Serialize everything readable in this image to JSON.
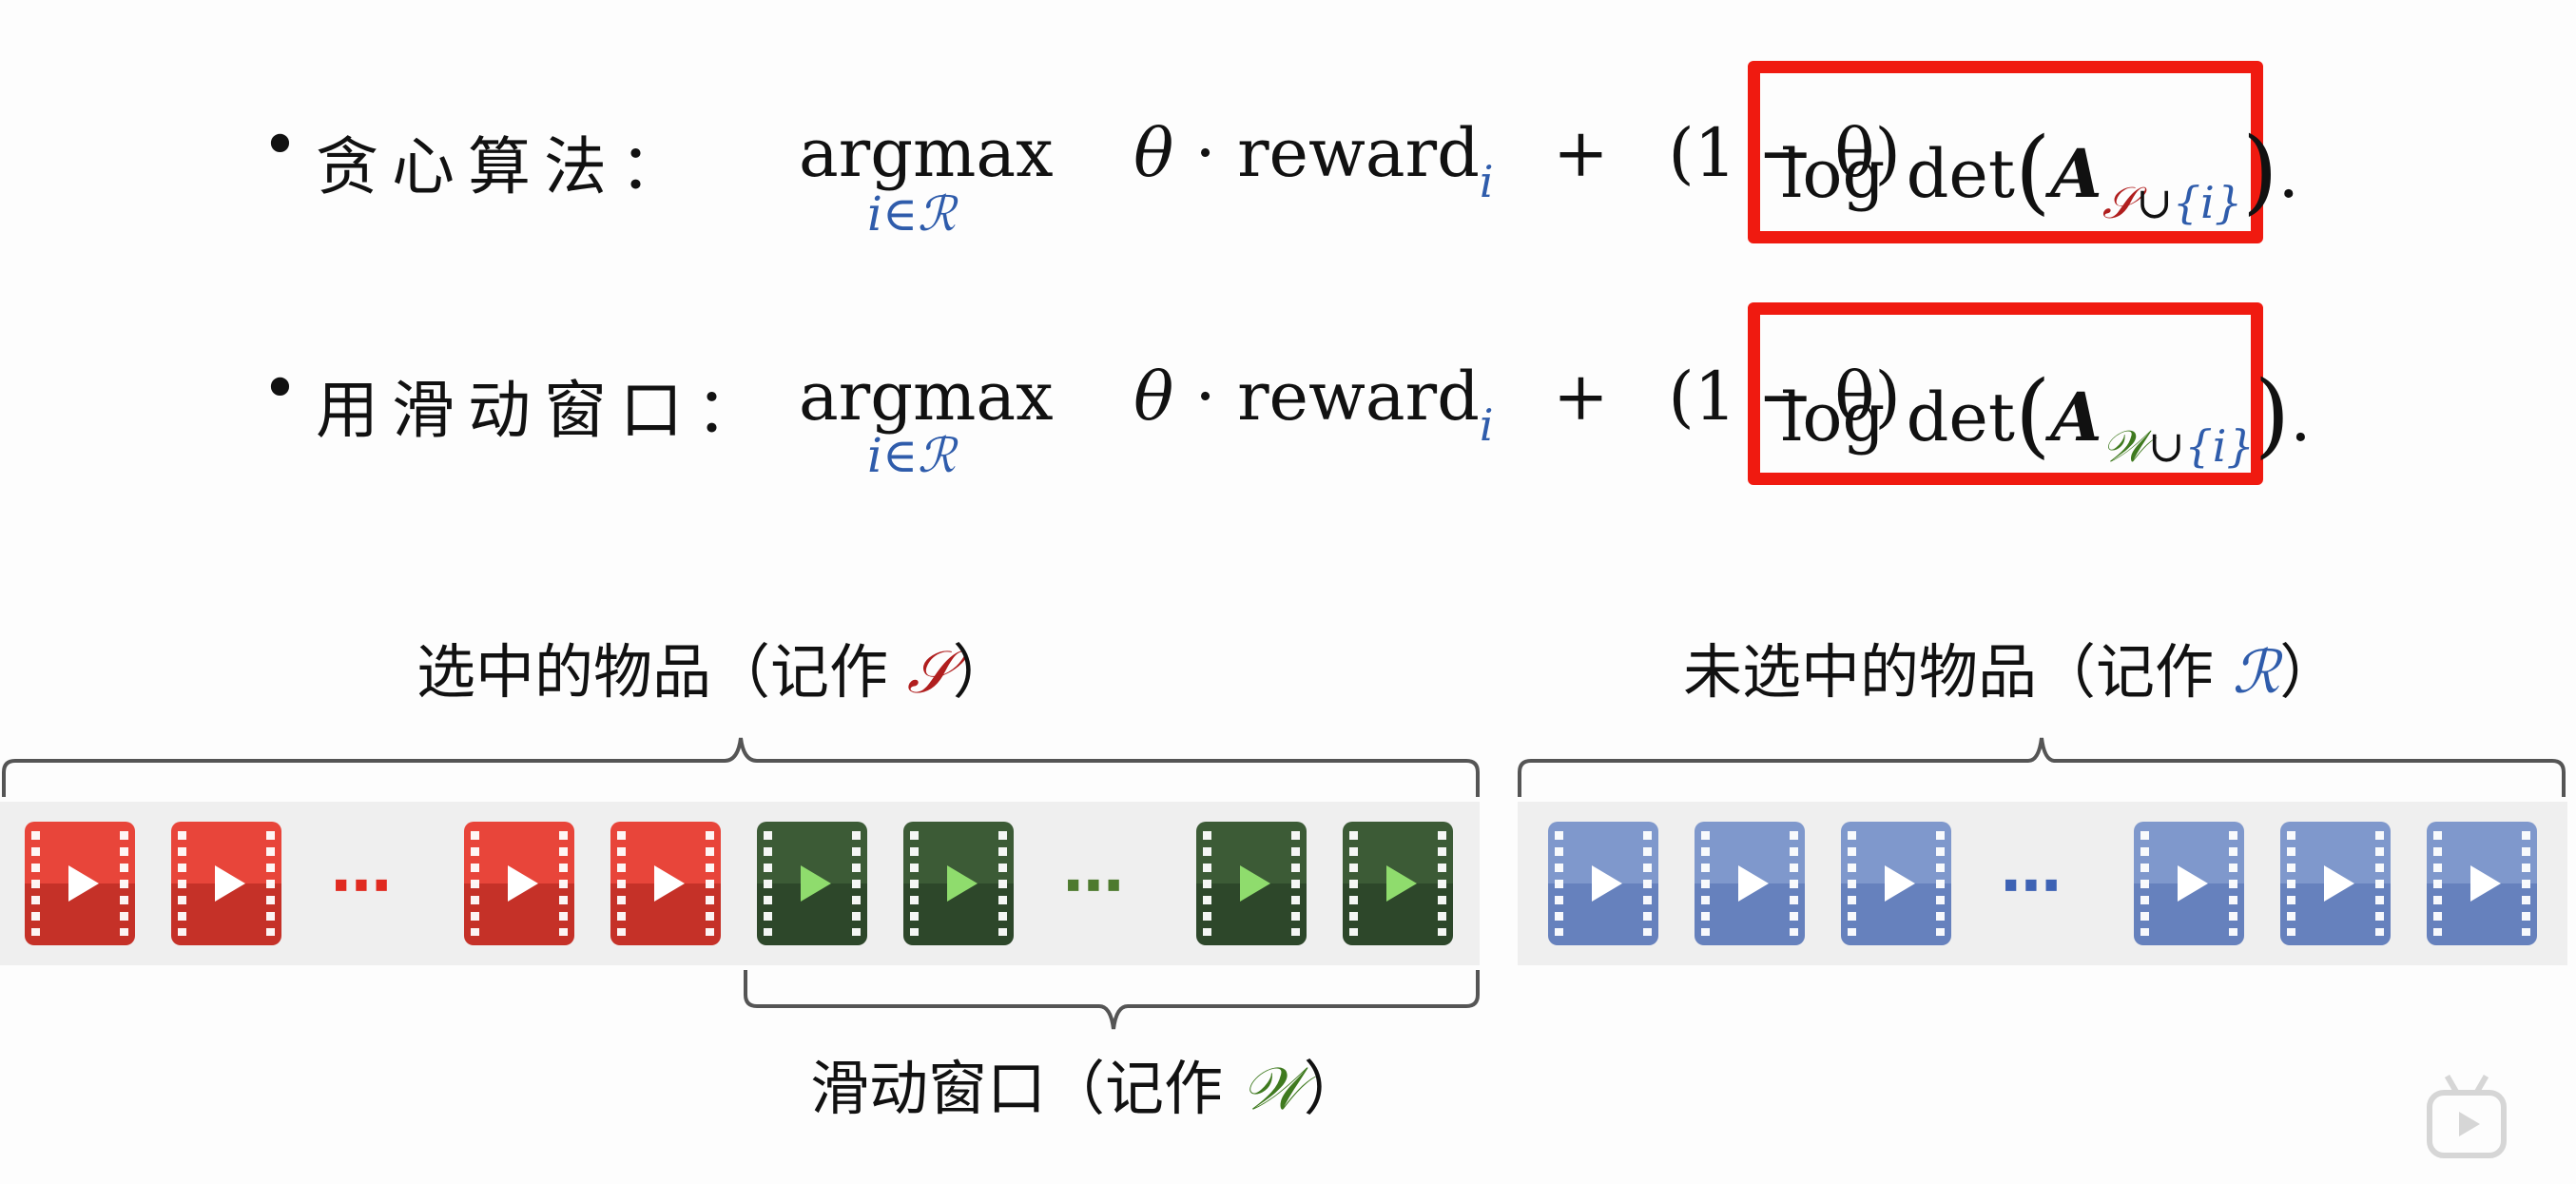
{
  "formulas": [
    {
      "label": "贪心算法：",
      "op": "argmax",
      "op_under": "i∈ℛ",
      "theta": "θ",
      "dot": "·",
      "reward": "reward",
      "reward_sub": "i",
      "plus": "+",
      "one_minus": "(1 − θ)",
      "logdet": "log det",
      "matrix": "A",
      "set_sym": "𝒮",
      "union": "∪",
      "braces": "{i}",
      "end": "."
    },
    {
      "label": "用滑动窗口：",
      "op": "argmax",
      "op_under": "i∈ℛ",
      "theta": "θ",
      "dot": "·",
      "reward": "reward",
      "reward_sub": "i",
      "plus": "+",
      "one_minus": "(1 − θ)",
      "logdet": "log det",
      "matrix": "A",
      "set_sym": "𝒲",
      "union": "∪",
      "braces": "{i}",
      "end": "."
    }
  ],
  "selected": {
    "label_pre": "选中的物品（记作 ",
    "symbol": "𝒮",
    "label_post": "）"
  },
  "unselected": {
    "label_pre": "未选中的物品（记作 ",
    "symbol": "ℛ",
    "label_post": "）"
  },
  "window": {
    "label_pre": "滑动窗口（记作 ",
    "symbol": "𝒲",
    "label_post": "）"
  },
  "ellipsis": "⋯",
  "colors": {
    "red_box": "#f01a10",
    "selected": "#c53128",
    "window": "#2d472a",
    "unselected": "#6681bd",
    "blue_text": "#2f5cab"
  },
  "icons": [
    "video-tile-icon",
    "ellipsis-icon",
    "bilibili-watermark-icon"
  ]
}
